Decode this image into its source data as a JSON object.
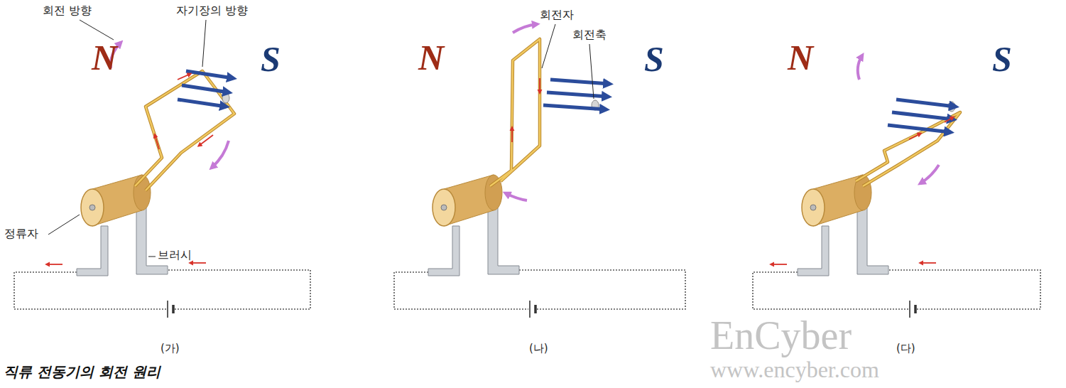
{
  "diagram": {
    "caption": "직류 전동기의 회전 원리",
    "nodes": [
      {
        "text": [
          "N"
        ]
      },
      {
        "text": [
          "S"
        ]
      },
      {
        "text": [
          "N"
        ]
      },
      {
        "text": [
          "S"
        ]
      },
      {
        "text": [
          "N"
        ]
      },
      {
        "text": [
          "S"
        ]
      }
    ],
    "labels": [
      "회전 방향",
      "자기장의 방향",
      "정류자",
      "브러시",
      "(가)",
      "회전자",
      "회전축",
      "(나)",
      "(다)",
      "EnCyber",
      "www.encyber.com"
    ]
  }
}
